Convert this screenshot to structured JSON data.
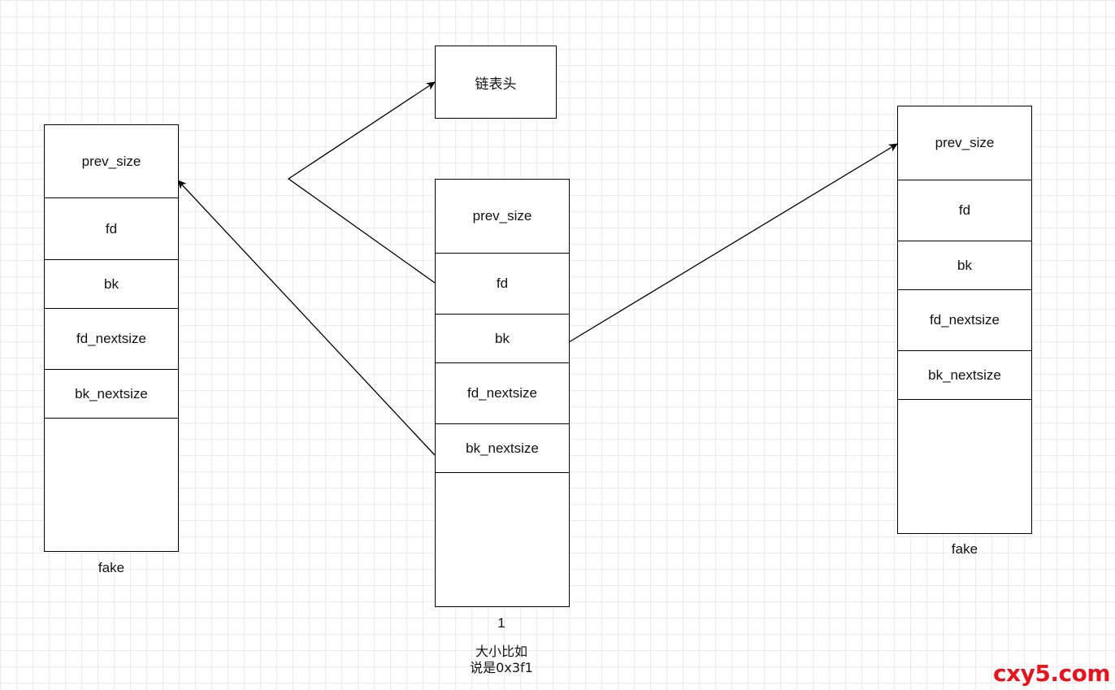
{
  "list_head": {
    "label": "链表头"
  },
  "left_chunk": {
    "fields": [
      "prev_size",
      "fd",
      "bk",
      "fd_nextsize",
      "bk_nextsize"
    ],
    "caption": "fake"
  },
  "middle_chunk": {
    "fields": [
      "prev_size",
      "fd",
      "bk",
      "fd_nextsize",
      "bk_nextsize"
    ],
    "caption": "1",
    "note_line1": "大小比如",
    "note_line2": "说是0x3f1"
  },
  "right_chunk": {
    "fields": [
      "prev_size",
      "fd",
      "bk",
      "fd_nextsize",
      "bk_nextsize"
    ],
    "caption": "fake"
  },
  "watermark": "cxy5.com",
  "colors": {
    "line": "#000000",
    "watermark": "#e8141d",
    "grid": "#dddddd"
  }
}
